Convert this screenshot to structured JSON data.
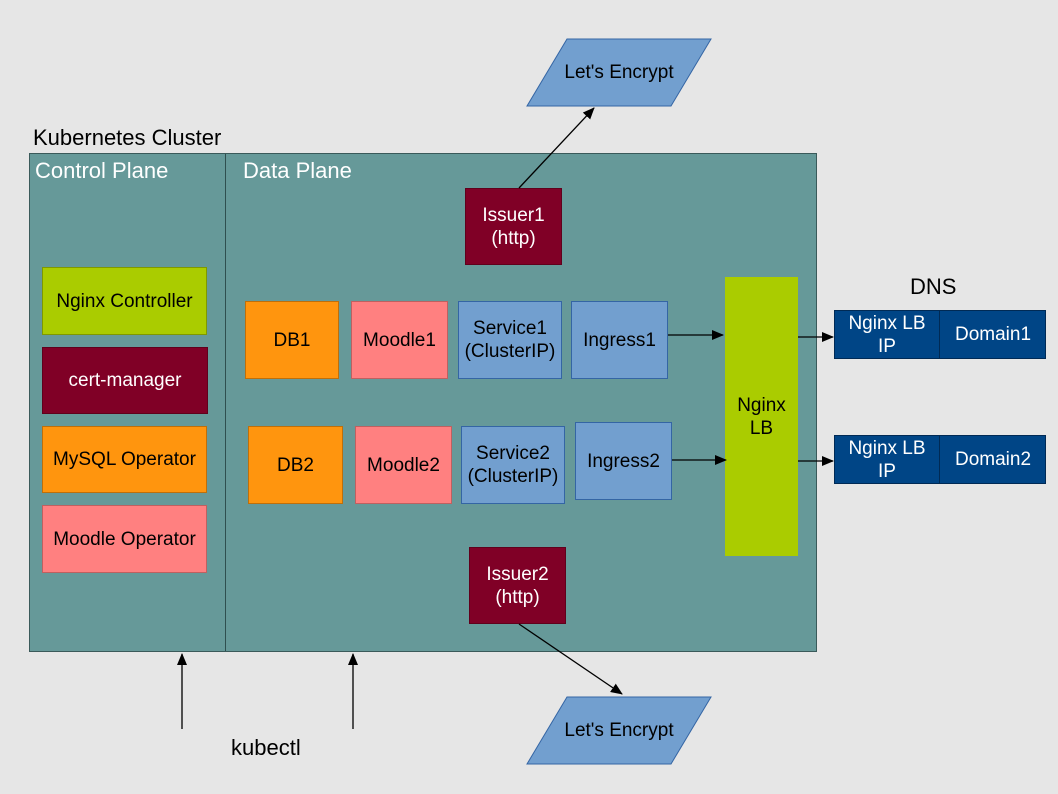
{
  "colors": {
    "background": "#e6e6e6",
    "cluster": "#669999",
    "green": "#aacc00",
    "maroon": "#800026",
    "orange": "#ff950e",
    "pink": "#ff8080",
    "blue": "#729fcf",
    "dark_blue": "#004586"
  },
  "cluster_title": "Kubernetes Cluster",
  "control_plane": {
    "title": "Control Plane",
    "items": [
      "Nginx Controller",
      "cert-manager",
      "MySQL Operator",
      "Moodle Operator"
    ]
  },
  "data_plane": {
    "title": "Data Plane",
    "issuer1": {
      "line1": "Issuer1",
      "line2": "(http)"
    },
    "issuer2": {
      "line1": "Issuer2",
      "line2": "(http)"
    },
    "row1": {
      "db": "DB1",
      "moodle": "Moodle1",
      "service_line1": "Service1",
      "service_line2": "(ClusterIP)",
      "ingress": "Ingress1"
    },
    "row2": {
      "db": "DB2",
      "moodle": "Moodle2",
      "service_line1": "Service2",
      "service_line2": "(ClusterIP)",
      "ingress": "Ingress2"
    },
    "nginx_lb": {
      "line1": "Nginx",
      "line2": "LB"
    }
  },
  "lets_encrypt_top": "Let's Encrypt",
  "lets_encrypt_bottom": "Let's Encrypt",
  "dns": {
    "title": "DNS",
    "records": [
      {
        "ip_line1": "Nginx LB",
        "ip_line2": "IP",
        "domain": "Domain1"
      },
      {
        "ip_line1": "Nginx LB",
        "ip_line2": "IP",
        "domain": "Domain2"
      }
    ]
  },
  "kubectl_label": "kubectl"
}
